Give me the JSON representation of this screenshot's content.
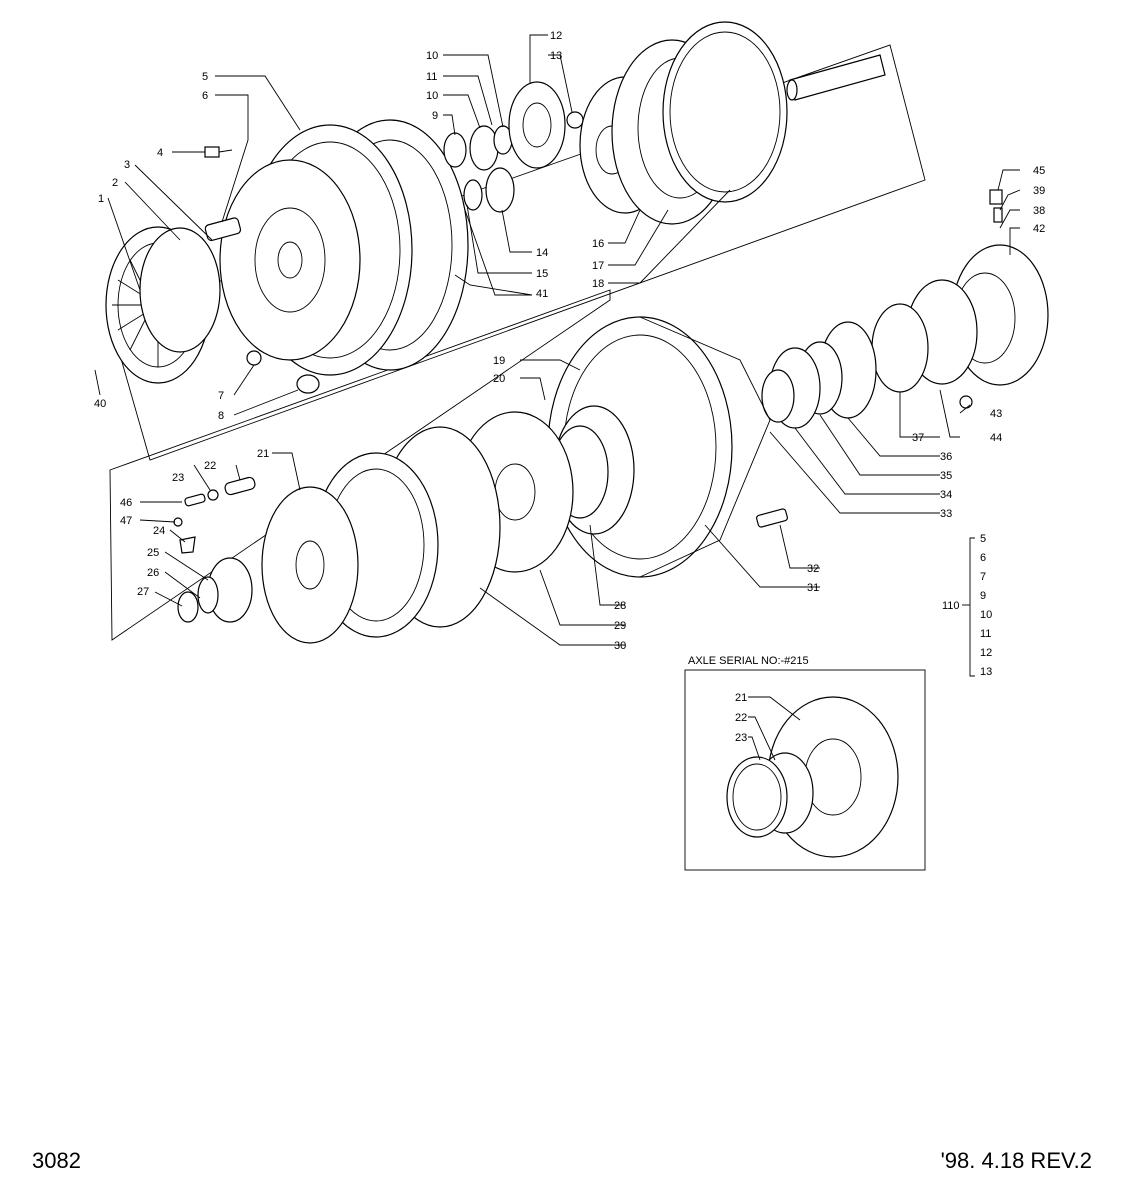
{
  "page_number": "3082",
  "revision": "'98. 4.18  REV.2",
  "inset_title": "AXLE SERIAL NO:-#215",
  "labels": [
    {
      "id": "p1",
      "text": "1"
    },
    {
      "id": "p2",
      "text": "2"
    },
    {
      "id": "p3",
      "text": "3"
    },
    {
      "id": "p4",
      "text": "4"
    },
    {
      "id": "p5",
      "text": "5"
    },
    {
      "id": "p6",
      "text": "6"
    },
    {
      "id": "p7",
      "text": "7"
    },
    {
      "id": "p8",
      "text": "8"
    },
    {
      "id": "p9",
      "text": "9"
    },
    {
      "id": "p10a",
      "text": "10"
    },
    {
      "id": "p10b",
      "text": "10"
    },
    {
      "id": "p11",
      "text": "11"
    },
    {
      "id": "p12",
      "text": "12"
    },
    {
      "id": "p13",
      "text": "13"
    },
    {
      "id": "p14",
      "text": "14"
    },
    {
      "id": "p15",
      "text": "15"
    },
    {
      "id": "p16",
      "text": "16"
    },
    {
      "id": "p17",
      "text": "17"
    },
    {
      "id": "p18",
      "text": "18"
    },
    {
      "id": "p19",
      "text": "19"
    },
    {
      "id": "p20",
      "text": "20"
    },
    {
      "id": "p21",
      "text": "21"
    },
    {
      "id": "p22",
      "text": "22"
    },
    {
      "id": "p23",
      "text": "23"
    },
    {
      "id": "p24",
      "text": "24"
    },
    {
      "id": "p25",
      "text": "25"
    },
    {
      "id": "p26",
      "text": "26"
    },
    {
      "id": "p27",
      "text": "27"
    },
    {
      "id": "p28",
      "text": "28"
    },
    {
      "id": "p29",
      "text": "29"
    },
    {
      "id": "p30",
      "text": "30"
    },
    {
      "id": "p31",
      "text": "31"
    },
    {
      "id": "p32",
      "text": "32"
    },
    {
      "id": "p33",
      "text": "33"
    },
    {
      "id": "p34",
      "text": "34"
    },
    {
      "id": "p35",
      "text": "35"
    },
    {
      "id": "p36",
      "text": "36"
    },
    {
      "id": "p37",
      "text": "37"
    },
    {
      "id": "p38",
      "text": "38"
    },
    {
      "id": "p39",
      "text": "39"
    },
    {
      "id": "p40",
      "text": "40"
    },
    {
      "id": "p41",
      "text": "41"
    },
    {
      "id": "p42",
      "text": "42"
    },
    {
      "id": "p43",
      "text": "43"
    },
    {
      "id": "p44",
      "text": "44"
    },
    {
      "id": "p45",
      "text": "45"
    },
    {
      "id": "p46",
      "text": "46"
    },
    {
      "id": "p47",
      "text": "47"
    },
    {
      "id": "i21",
      "text": "21"
    },
    {
      "id": "i22",
      "text": "22"
    },
    {
      "id": "i23",
      "text": "23"
    }
  ],
  "kit": {
    "label": "110",
    "items": [
      "5",
      "6",
      "7",
      "9",
      "10",
      "11",
      "12",
      "13"
    ]
  }
}
